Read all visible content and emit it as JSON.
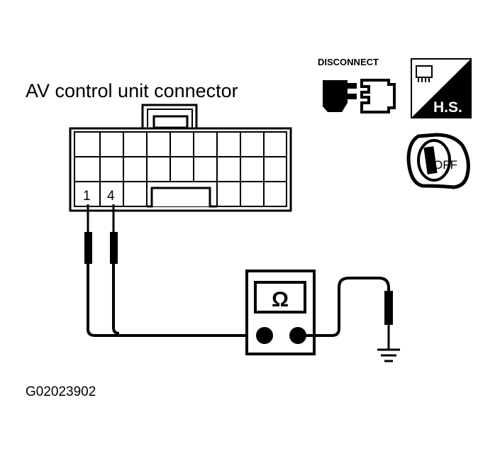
{
  "connector": {
    "title": "AV control unit connector",
    "pin_a": "1",
    "pin_b": "4"
  },
  "meter": {
    "symbol": "Ω"
  },
  "icons": {
    "disconnect_label": "DISCONNECT",
    "harness_side_label": "H.S.",
    "ignition_label": "OFF",
    "disconnect_icon": "disconnect-icon",
    "harness_side_icon": "harness-side-icon",
    "ignition_icon": "ignition-off-key-icon",
    "ground_icon": "ground-icon"
  },
  "figure_id": "G02023902",
  "colors": {
    "ink": "#000000",
    "paper": "#ffffff"
  }
}
